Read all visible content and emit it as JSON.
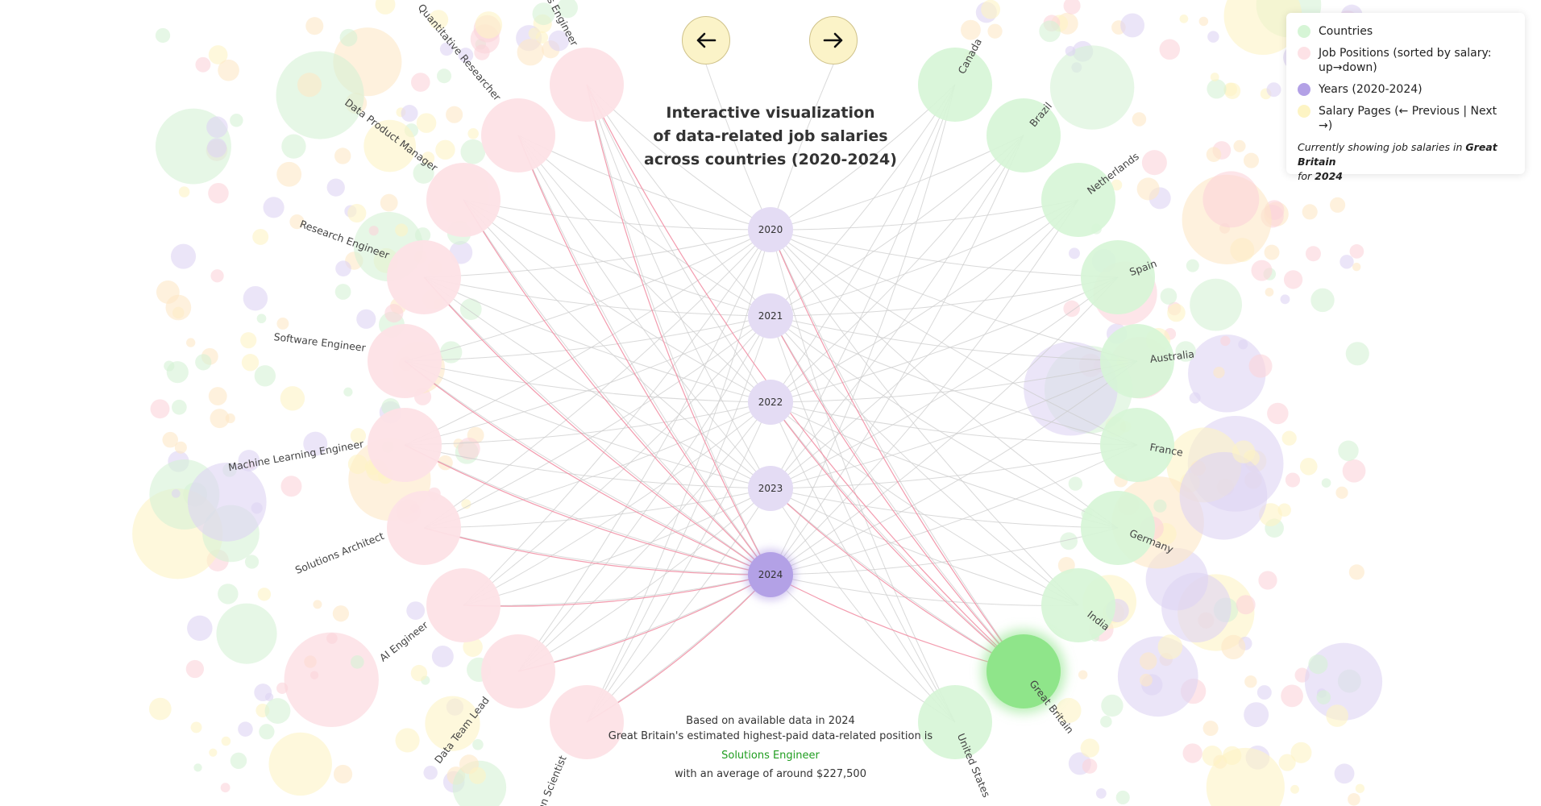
{
  "title_lines": [
    "Interactive visualization",
    "of data-related job salaries",
    "across countries (2020-2024)"
  ],
  "nav": {
    "previous_icon": "arrow-left-icon",
    "next_icon": "arrow-right-icon"
  },
  "legend": {
    "items": [
      {
        "label": "Countries",
        "color": "#d6f5d6"
      },
      {
        "label": "Job Positions (sorted by salary: up→down)",
        "color": "#fde2e6"
      },
      {
        "label": "Years (2020-2024)",
        "color": "#b3a1e6"
      },
      {
        "label": "Salary Pages (← Previous | Next →)",
        "color": "#fdf4c4"
      }
    ],
    "note_prefix": "Currently showing job salaries in ",
    "note_country": "Great Britain",
    "note_middle": " for ",
    "note_year": "2024"
  },
  "jobs": [
    "Solutions Engineer",
    "Quantitative Researcher",
    "Data Product Manager",
    "Research Engineer",
    "Software Engineer",
    "Machine Learning Engineer",
    "Solutions Architect",
    "AI Engineer",
    "Data Team Lead",
    "Decision Scientist"
  ],
  "years": [
    "2020",
    "2021",
    "2022",
    "2023",
    "2024"
  ],
  "countries": [
    "Canada",
    "Brazil",
    "Netherlands",
    "Spain",
    "Australia",
    "France",
    "Germany",
    "India",
    "Great Britain",
    "United States"
  ],
  "selected": {
    "year": "2024",
    "country": "Great Britain"
  },
  "colors": {
    "country": "#d6f5d6",
    "country_selected": "#8fe58a",
    "job": "#fde2e6",
    "year": "#e4dcf4",
    "year_selected": "#b3a1e6",
    "page": "#fdf4c4",
    "link": "#cccccc",
    "link_highlight": "#f18aa0",
    "accent_text": "#1f9d1f"
  },
  "summary": {
    "line1": "Based on available data in 2024",
    "line2": "Great Britain's estimated highest-paid data-related position is",
    "position": "Solutions Engineer",
    "line4": "with an average of around $227,500"
  }
}
